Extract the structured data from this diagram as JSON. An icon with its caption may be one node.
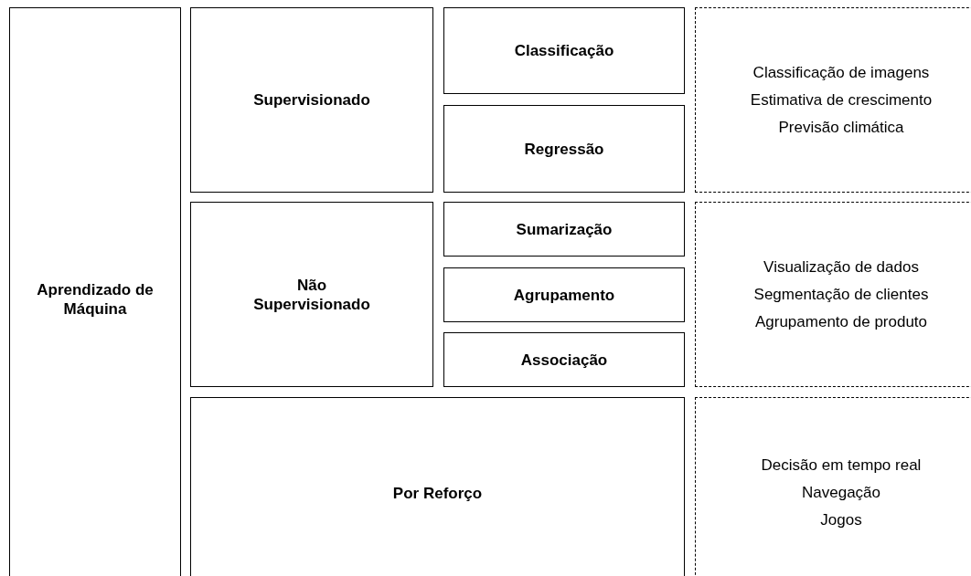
{
  "diagram": {
    "nodes": [
      {
        "text": [
          "Aprendizado de Máquina"
        ]
      },
      {
        "text": [
          "Supervisionado"
        ]
      },
      {
        "text": [
          "Classificação"
        ]
      },
      {
        "text": [
          "Regressão"
        ]
      },
      {
        "text": [
          "Classificação de imagens",
          "Estimativa de crescimento",
          "Previsão climática"
        ]
      },
      {
        "text": [
          "Não Supervisionado"
        ]
      },
      {
        "text": [
          "Sumarização"
        ]
      },
      {
        "text": [
          "Agrupamento"
        ]
      },
      {
        "text": [
          "Associação"
        ]
      },
      {
        "text": [
          "Visualização de dados",
          "Segmentação de clientes",
          "Agrupamento de produto"
        ]
      },
      {
        "text": [
          "Por Reforço"
        ]
      },
      {
        "text": [
          "Decisão em tempo real",
          "Navegação",
          "Jogos"
        ]
      }
    ]
  }
}
